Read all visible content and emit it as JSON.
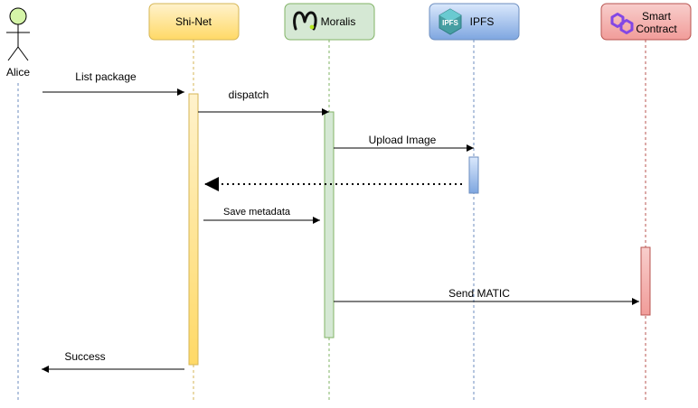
{
  "participants": [
    {
      "id": "alice",
      "label": "Alice",
      "kind": "actor"
    },
    {
      "id": "shinet",
      "label": "Shi-Net",
      "kind": "box",
      "fill": "#fff2cc",
      "stroke": "#d6b656",
      "icon": "none"
    },
    {
      "id": "moralis",
      "label": "Moralis",
      "kind": "box",
      "fill": "#d5e8d4",
      "stroke": "#82b366",
      "icon": "moralis-logo-icon"
    },
    {
      "id": "ipfs",
      "label": "IPFS",
      "kind": "box",
      "fill": "#dae8fc",
      "stroke": "#6c8ebf",
      "icon": "ipfs-cube-icon",
      "icon_text": "IPFS"
    },
    {
      "id": "contract",
      "label_lines": [
        "Smart",
        "Contract"
      ],
      "kind": "box",
      "fill": "#f8cecc",
      "stroke": "#b85450",
      "icon": "polygon-logo-icon"
    }
  ],
  "messages": [
    {
      "id": "list-package",
      "label": "List package",
      "from": "alice",
      "to": "shinet",
      "style": "solid"
    },
    {
      "id": "dispatch",
      "label": "dispatch",
      "from": "shinet",
      "to": "moralis",
      "style": "solid"
    },
    {
      "id": "upload-image",
      "label": "Upload Image",
      "from": "moralis",
      "to": "ipfs",
      "style": "solid"
    },
    {
      "id": "ipfs-return",
      "label": "",
      "from": "ipfs",
      "to": "shinet",
      "style": "dotted"
    },
    {
      "id": "save-metadata",
      "label": "Save metadata",
      "from": "shinet",
      "to": "moralis",
      "style": "solid"
    },
    {
      "id": "send-matic",
      "label": "Send MATIC",
      "from": "moralis",
      "to": "contract",
      "style": "solid"
    },
    {
      "id": "success",
      "label": "Success",
      "from": "shinet",
      "to": "alice",
      "style": "solid"
    }
  ],
  "colors": {
    "activation_shinet": "#ffe599",
    "activation_moralis": "#d5e8d4",
    "activation_ipfs": "#dae8fc",
    "activation_contract": "#f8cecc",
    "actor_head": "#d5f5a8"
  }
}
